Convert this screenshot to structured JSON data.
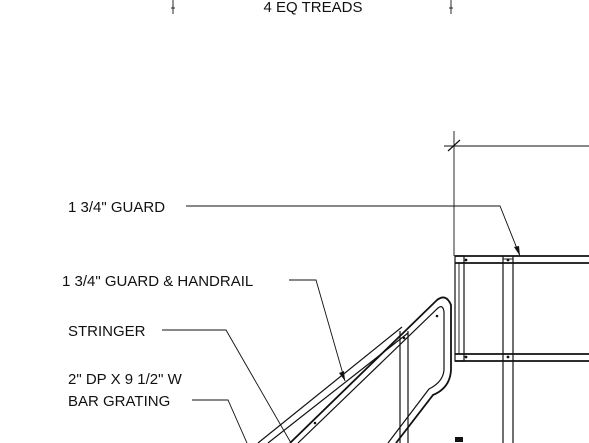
{
  "dimension": {
    "text": "4 EQ TREADS"
  },
  "callouts": [
    {
      "id": "guard",
      "text": "1 3/4\" GUARD"
    },
    {
      "id": "guard-handrail",
      "text": "1 3/4\" GUARD & HANDRAIL"
    },
    {
      "id": "stringer",
      "text": "STRINGER"
    },
    {
      "id": "grating-line1",
      "text": "2\" DP X 9 1/2\" W"
    },
    {
      "id": "grating-line2",
      "text": "BAR GRATING"
    }
  ]
}
